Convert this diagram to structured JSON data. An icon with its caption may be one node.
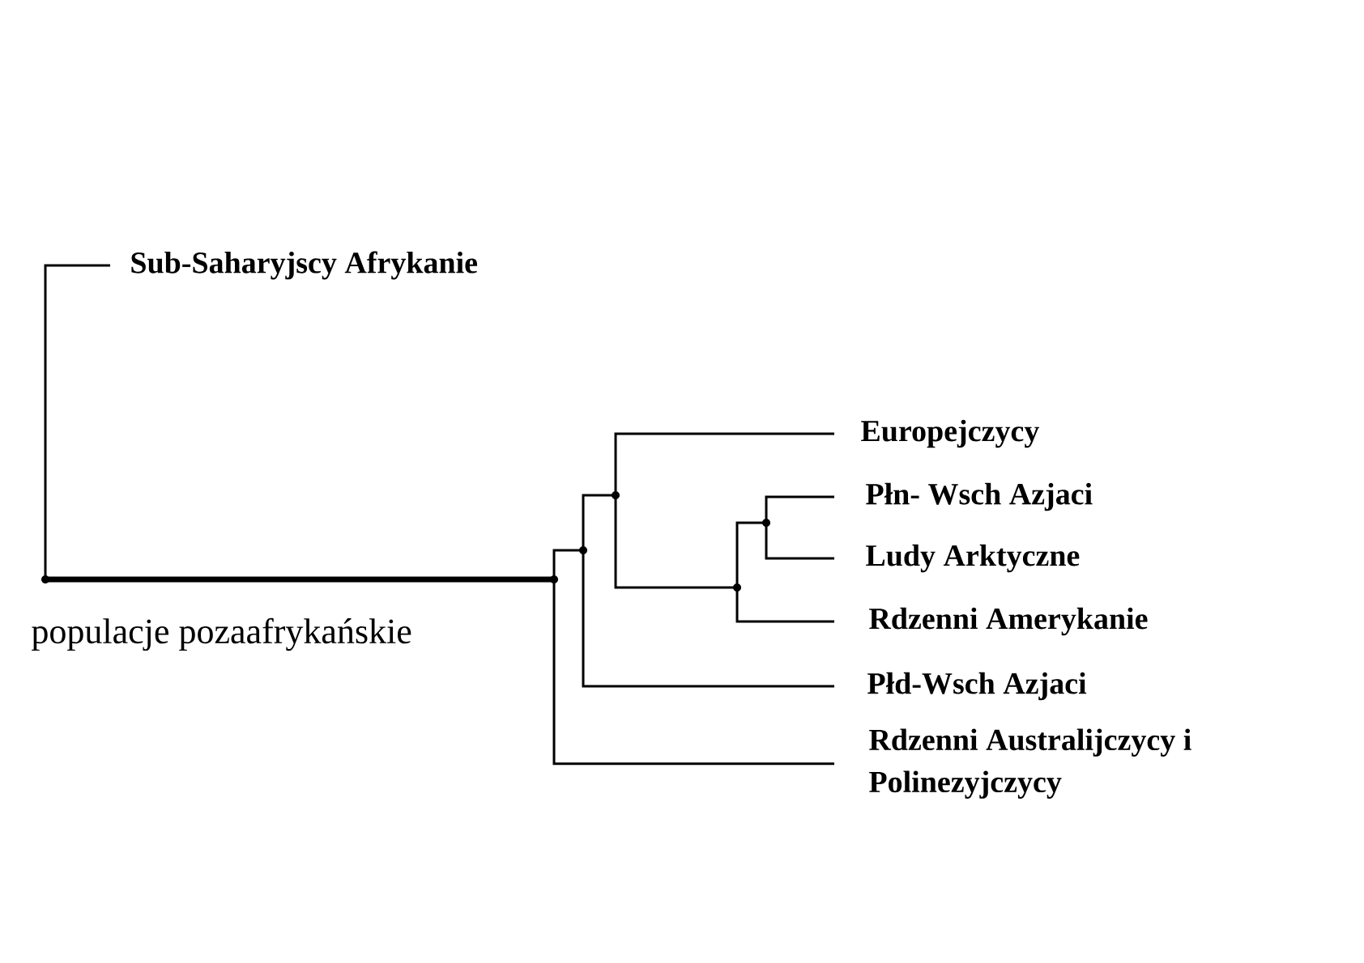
{
  "diagram": {
    "nodes": [
      {
        "text": [
          "Sub-Saharyjscy Afrykanie"
        ]
      },
      {
        "text": [
          "Europejczycy"
        ]
      },
      {
        "text": [
          "Płn- Wsch Azjaci"
        ]
      },
      {
        "text": [
          "Ludy Arktyczne"
        ]
      },
      {
        "text": [
          "Rdzenni Amerykanie"
        ]
      },
      {
        "text": [
          "Płd-Wsch Azjaci"
        ]
      },
      {
        "text": [
          "Rdzenni Australijczycy i Polinezyjczycy"
        ]
      },
      {
        "text": [],
        "shape": "point"
      },
      {
        "text": [],
        "shape": "point"
      },
      {
        "text": [],
        "shape": "point"
      },
      {
        "text": [],
        "shape": "point"
      },
      {
        "text": [],
        "shape": "point"
      },
      {
        "text": [],
        "shape": "point"
      }
    ],
    "edges": [
      {
        "from": 7,
        "to": 0,
        "arrow": "none"
      },
      {
        "from": 7,
        "to": 8,
        "arrow": "none",
        "style": "thick",
        "label": "populacje pozaafrykańskie"
      },
      {
        "from": 8,
        "to": 9,
        "arrow": "none"
      },
      {
        "from": 8,
        "to": 6,
        "arrow": "none"
      },
      {
        "from": 9,
        "to": 10,
        "arrow": "none"
      },
      {
        "from": 9,
        "to": 5,
        "arrow": "none"
      },
      {
        "from": 10,
        "to": 1,
        "arrow": "none"
      },
      {
        "from": 10,
        "to": 11,
        "arrow": "none"
      },
      {
        "from": 11,
        "to": 12,
        "arrow": "none"
      },
      {
        "from": 11,
        "to": 4,
        "arrow": "none"
      },
      {
        "from": 12,
        "to": 2,
        "arrow": "none"
      },
      {
        "from": 12,
        "to": 3,
        "arrow": "none"
      }
    ]
  }
}
